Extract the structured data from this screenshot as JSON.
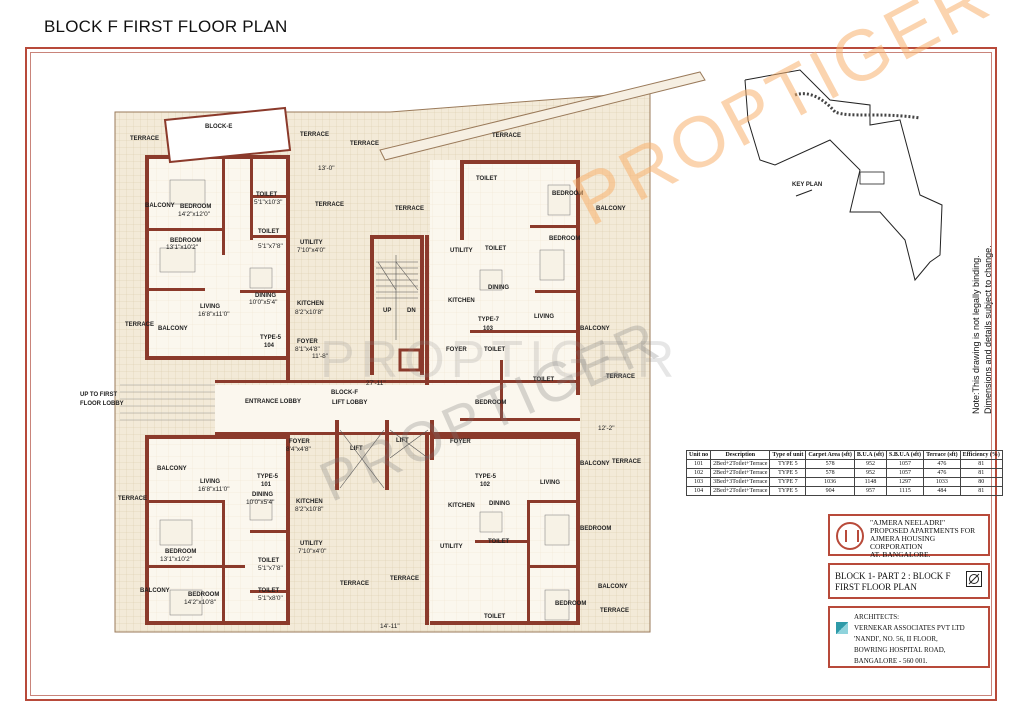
{
  "page_title": "BLOCK F FIRST FLOOR PLAN",
  "plan_labels": {
    "block_e": "BLOCK-E",
    "block_f": "BLOCK-F",
    "lift_lobby": "LIFT LOBBY",
    "entrance_lobby": "ENTRANCE LOBBY",
    "up_to_first": "UP TO FIRST",
    "floor_lobby": "FLOOR LOBBY",
    "terrace": "TERRACE",
    "balcony": "BALCONY",
    "bedroom": "BEDROOM",
    "toilet": "TOILET",
    "utility": "UTILITY",
    "kitchen": "KITCHEN",
    "dining": "DINING",
    "living": "LIVING",
    "foyer": "FOYER",
    "lift": "LIFT",
    "up": "UP",
    "dn": "DN",
    "key_plan": "KEY PLAN",
    "type_5_104": "TYPE-5",
    "num_104": "104",
    "type_7_103": "TYPE-7",
    "num_103": "103",
    "type_5_101": "TYPE-5",
    "num_101": "101",
    "type_5_102": "TYPE-5",
    "num_102": "102",
    "dim_bedroom_a": "14'2\"x12'0\"",
    "dim_bedroom_b": "13'1\"x10'2\"",
    "dim_living_a": "16'8\"x11'0\"",
    "dim_dining_a": "10'0\"x5'4\"",
    "dim_kitchen_a": "8'2\"x10'8\"",
    "dim_toilet_a": "5'1\"x10'3\"",
    "dim_toilet_b": "5'1\"x7'8\"",
    "dim_utility_a": "7'10\"x4'0\"",
    "dim_foyer_a": "8'1\"x4'8\"",
    "dim_bedroom_c": "14'2\"x10'8\"",
    "dim_foyer_b": "8'4\"x4'8\"",
    "dim_toilet_c": "5'1\"x8'0\"",
    "dim_13_0": "13'-0\"",
    "dim_11_8": "11'-8\"",
    "dim_27_11": "27'-11\"",
    "dim_12_2": "12'-2\"",
    "dim_14_11": "14'-11\""
  },
  "note": {
    "line1": "Note:This drawing is not legally binding.",
    "line2": "Dimensions and details subject to change."
  },
  "units_table": {
    "headers": [
      "Unit no",
      "Description",
      "Type of unit",
      "Carpet Area (sft)",
      "B.U.A (sft)",
      "S.B.U.A (sft)",
      "Terrace (sft)",
      "Efficiency (%)"
    ],
    "rows": [
      [
        "101",
        "2Bed+2Toilet+Terrace",
        "TYPE 5",
        "578",
        "952",
        "1057",
        "476",
        "81"
      ],
      [
        "102",
        "2Bed+2Toilet+Terrace",
        "TYPE 5",
        "578",
        "952",
        "1057",
        "476",
        "81"
      ],
      [
        "103",
        "3Bed+3Toilet+Terrace",
        "TYPE 7",
        "1036",
        "1148",
        "1297",
        "1033",
        "80"
      ],
      [
        "104",
        "2Bed+2Toilet+Terrace",
        "TYPE 5",
        "904",
        "957",
        "1115",
        "484",
        "81"
      ]
    ]
  },
  "project_box": {
    "line1": "\"AJMERA NEELADRI\"",
    "line2": "PROPOSED APARTMENTS FOR",
    "line3": "AJMERA HOUSING CORPORATION",
    "line4": "AT. BANGALORE."
  },
  "drawing_box": {
    "line1": "BLOCK 1- PART 2 : BLOCK F",
    "line2": "FIRST FLOOR PLAN"
  },
  "architect_box": {
    "line1": "ARCHITECTS:",
    "line2": "VERNEKAR ASSOCIATES PVT LTD",
    "line3": "'NANDI', NO. 56, II FLOOR,",
    "line4": "BOWRING HOSPITAL ROAD,",
    "line5": "BANGALORE - 560 001."
  },
  "watermarks": {
    "orange": "PROPTIGER",
    "grey": "PROPTIGER",
    "grey_rotated": "PROPTIGER"
  },
  "colors": {
    "wall": "#8b3a2b",
    "frame": "#b84a3a",
    "terrace_fill": "#f3ead8",
    "floor_fill": "#fbf7ee"
  }
}
